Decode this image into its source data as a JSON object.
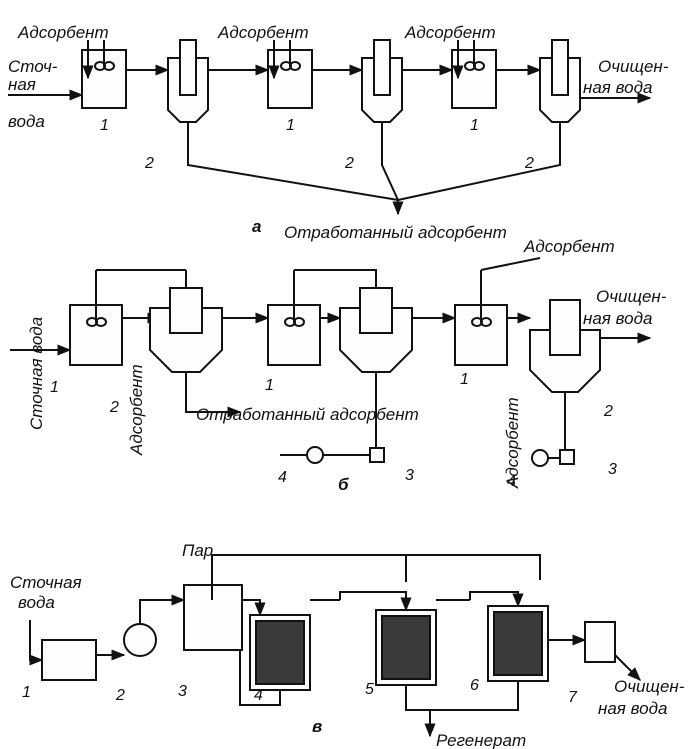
{
  "labels": {
    "adsorbent": "Адсорбент",
    "waste_water_a1": "Сточ-",
    "waste_water_a2": "ная",
    "waste_water_a3": "вода",
    "purified_a1": "Очищен-",
    "purified_a2": "ная вода",
    "spent_adsorbent": "Отработанный адсорбент",
    "waste_water_b": "Сточная   вода",
    "adsorbent_b_vertical": "Адсорбент",
    "purified_b1": "Очищен-",
    "purified_b2": "ная вода",
    "spent_adsorbent_b": "Отработанный адсорбент",
    "steam": "Пар",
    "waste_water_c1": "Сточная",
    "waste_water_c2": "вода",
    "purified_c1": "Очищен-",
    "purified_c2": "ная вода",
    "regenerate": "Регенерат"
  },
  "captions": {
    "a": "а",
    "b": "б",
    "c": "в"
  },
  "numbers": {
    "one": "1",
    "two": "2",
    "three": "3",
    "four": "4",
    "five": "5",
    "six": "6",
    "seven": "7"
  }
}
